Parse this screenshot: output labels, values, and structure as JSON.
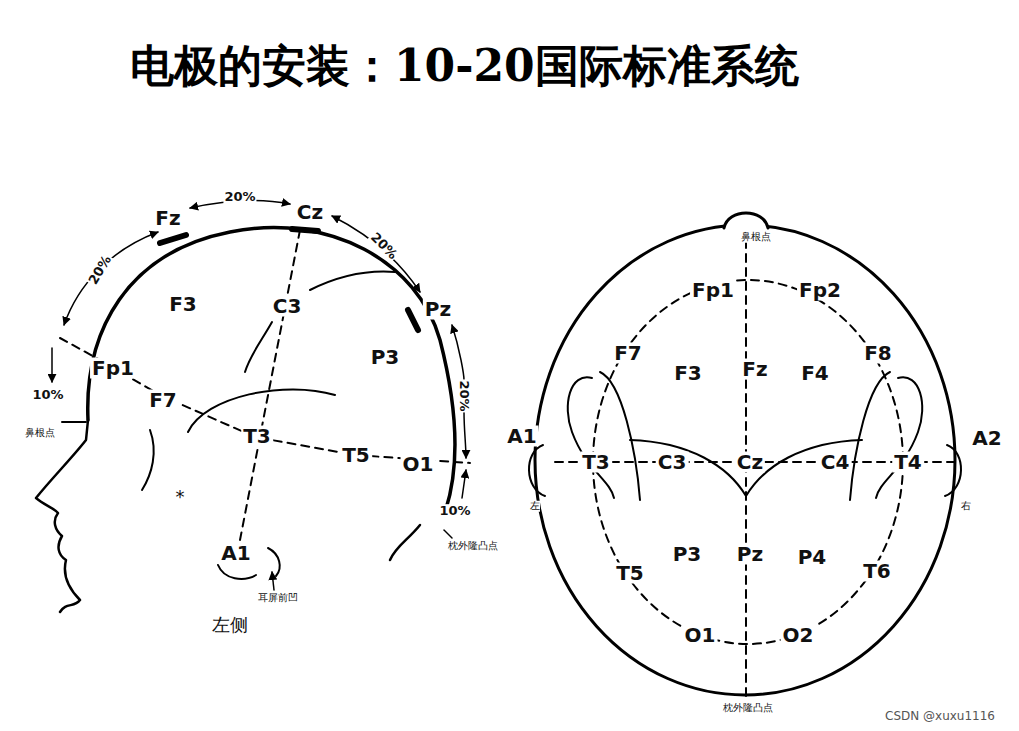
{
  "diagram": {
    "title": "电极的安装：10-20国际标准系统",
    "labels": [
      "Fz",
      "20%",
      "Cz",
      "20%",
      "20%",
      "F3",
      "C3",
      "Pz",
      "Fp1",
      "10%",
      "鼻根点",
      "F7",
      "P3",
      "20%",
      "T3",
      "T5",
      "O1",
      "10%",
      "枕外隆凸点",
      "*",
      "A1",
      "耳屏前凹",
      "左侧",
      "鼻根点",
      "Fp1",
      "Fp2",
      "F7",
      "F8",
      "F3",
      "Fz",
      "F4",
      "A1",
      "T3",
      "C3",
      "Cz",
      "C4",
      "T4",
      "A2",
      "左",
      "右",
      "P3",
      "Pz",
      "P4",
      "T5",
      "T6",
      "O1",
      "O2",
      "枕外隆凸点",
      "CSDN @xuxu1116"
    ]
  }
}
